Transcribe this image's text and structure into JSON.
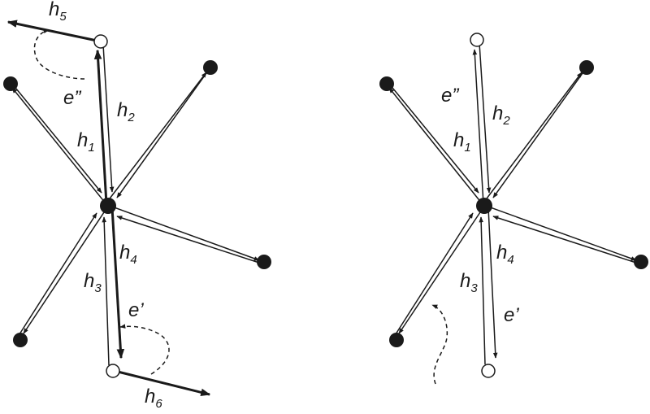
{
  "diagram": {
    "left": {
      "labels": {
        "h5": {
          "base": "h",
          "sub": "5"
        },
        "h2": {
          "base": "h",
          "sub": "2"
        },
        "h1": {
          "base": "h",
          "sub": "1"
        },
        "h4": {
          "base": "h",
          "sub": "4"
        },
        "h3": {
          "base": "h",
          "sub": "3"
        },
        "h6": {
          "base": "h",
          "sub": "6"
        },
        "e_double": "e”",
        "e_single": "e’"
      }
    },
    "right": {
      "labels": {
        "h2": {
          "base": "h",
          "sub": "2"
        },
        "h1": {
          "base": "h",
          "sub": "1"
        },
        "h4": {
          "base": "h",
          "sub": "4"
        },
        "h3": {
          "base": "h",
          "sub": "3"
        },
        "e_double": "e”",
        "e_single": "e’"
      }
    },
    "colors": {
      "ink": "#1a1a1a",
      "paper": "#ffffff"
    }
  }
}
